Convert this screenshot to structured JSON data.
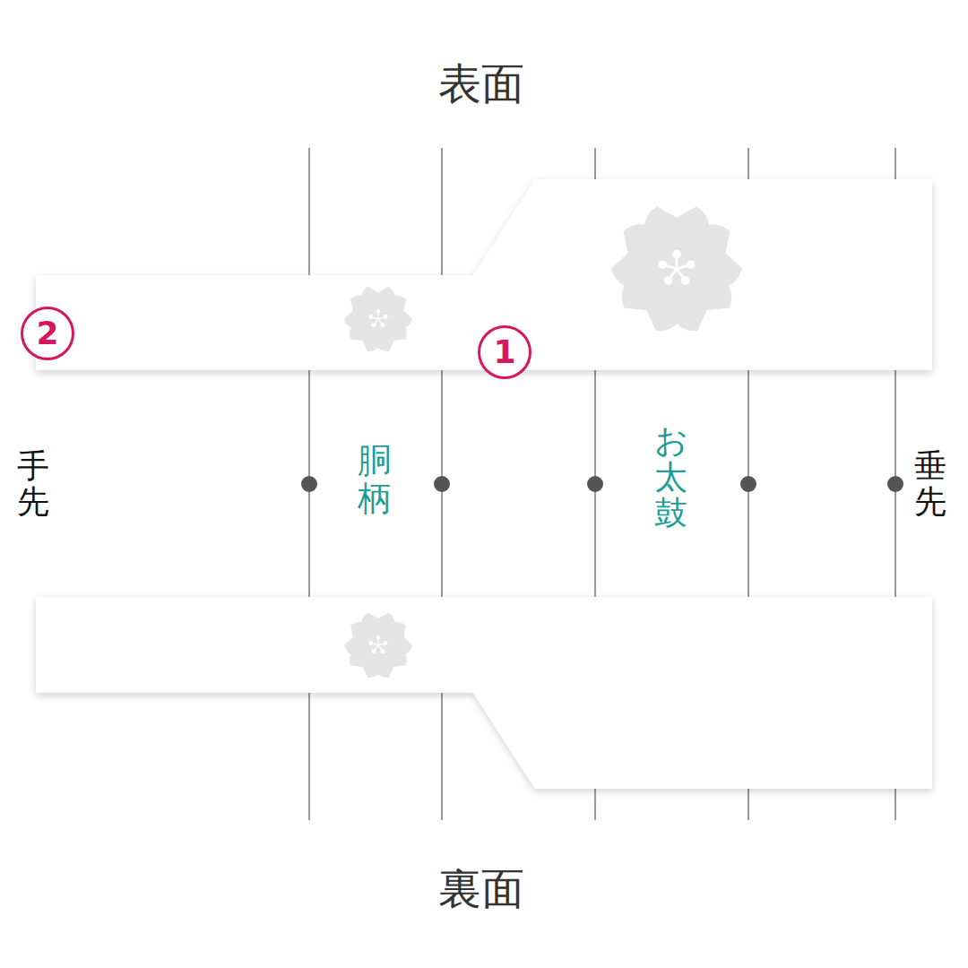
{
  "diagram": {
    "nodes": [
      {
        "text": [
          "2"
        ]
      },
      {
        "text": [
          "1"
        ]
      }
    ],
    "labels": [
      "表面",
      "手先",
      "胴柄",
      "お太鼓",
      "垂先",
      "裏面"
    ]
  }
}
